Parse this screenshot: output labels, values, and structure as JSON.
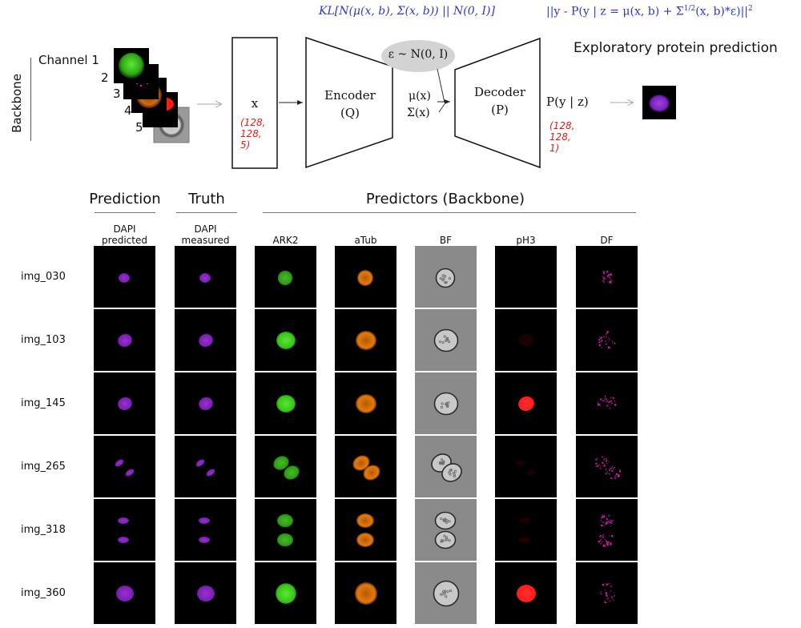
{
  "formulas": {
    "kl": "KL[N(μ(x, b), Σ(x, b)) || N(0, I)]",
    "recon": "||y - P(y | z = μ(x, b) + Σ",
    "recon_sup": "1/2",
    "recon_tail": "(x, b)*ε)||",
    "recon_sq": "2"
  },
  "diagram": {
    "backbone_label": "Backbone",
    "channels": [
      "Channel 1",
      "2",
      "3",
      "4",
      "5"
    ],
    "input_label": "x",
    "input_dims": [
      "(128,",
      "128,",
      "5)"
    ],
    "encoder_label": "Encoder",
    "encoder_sub": "(Q)",
    "epsilon_label": "ε ~ N(0, I)",
    "mu_label": "μ(x)",
    "sigma_label": "Σ(x)",
    "decoder_label": "Decoder",
    "decoder_sub": "(P)",
    "output_label": "P(y | z)",
    "output_dims": [
      "(128,",
      "128,",
      "1)"
    ],
    "exploratory_title": "Exploratory protein prediction"
  },
  "grid": {
    "section_headers": {
      "prediction": "Prediction",
      "truth": "Truth",
      "predictors": "Predictors (Backbone)"
    },
    "columns": [
      {
        "key": "dapi_pred",
        "label_line1": "DAPI",
        "label_line2": "predicted",
        "kind": "dapi"
      },
      {
        "key": "dapi_meas",
        "label_line1": "DAPI",
        "label_line2": "measured",
        "kind": "dapi"
      },
      {
        "key": "ark2",
        "label_line1": "",
        "label_line2": "ARK2",
        "kind": "ark2"
      },
      {
        "key": "atub",
        "label_line1": "",
        "label_line2": "aTub",
        "kind": "atub"
      },
      {
        "key": "bf",
        "label_line1": "",
        "label_line2": "BF",
        "kind": "bf"
      },
      {
        "key": "ph3",
        "label_line1": "",
        "label_line2": "pH3",
        "kind": "ph3"
      },
      {
        "key": "df",
        "label_line1": "",
        "label_line2": "DF",
        "kind": "df"
      }
    ],
    "rows": [
      {
        "label": "img_030",
        "shape": "small",
        "ph3_level": 0
      },
      {
        "label": "img_103",
        "shape": "round",
        "ph3_level": 0.03
      },
      {
        "label": "img_145",
        "shape": "round",
        "ph3_level": 1
      },
      {
        "label": "img_265",
        "shape": "split-diag",
        "ph3_level": 0.03
      },
      {
        "label": "img_318",
        "shape": "split-vert",
        "ph3_level": 0.03
      },
      {
        "label": "img_360",
        "shape": "round-large",
        "ph3_level": 1
      }
    ]
  },
  "colors": {
    "dapi": "#9b2fd6",
    "ark2": "#38c41a",
    "atub": "#e67a0c",
    "ph3": "#ff1a1a",
    "df": "#d01ea8",
    "bf_bg": "#8a8a8a",
    "formula": "#2f37c8",
    "dims": "#e0201b"
  }
}
